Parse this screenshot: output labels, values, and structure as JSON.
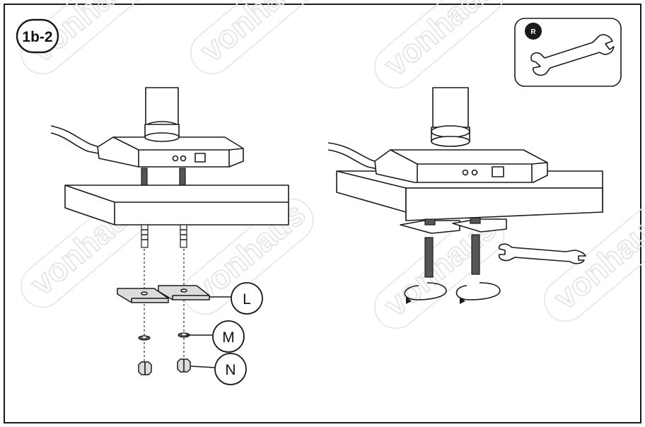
{
  "step_label": "1b-2",
  "tool_badge": "R",
  "watermark": "vonhaus",
  "callouts": [
    {
      "id": "L",
      "text": "L"
    },
    {
      "id": "M",
      "text": "M"
    },
    {
      "id": "N",
      "text": "N"
    }
  ],
  "icons": {
    "tool": "wrench-icon",
    "rotate": "rotate-arrow-icon"
  },
  "colors": {
    "line": "#1a1a1a",
    "badge": "#1a1a1a",
    "parts": "#dcdcdc"
  }
}
